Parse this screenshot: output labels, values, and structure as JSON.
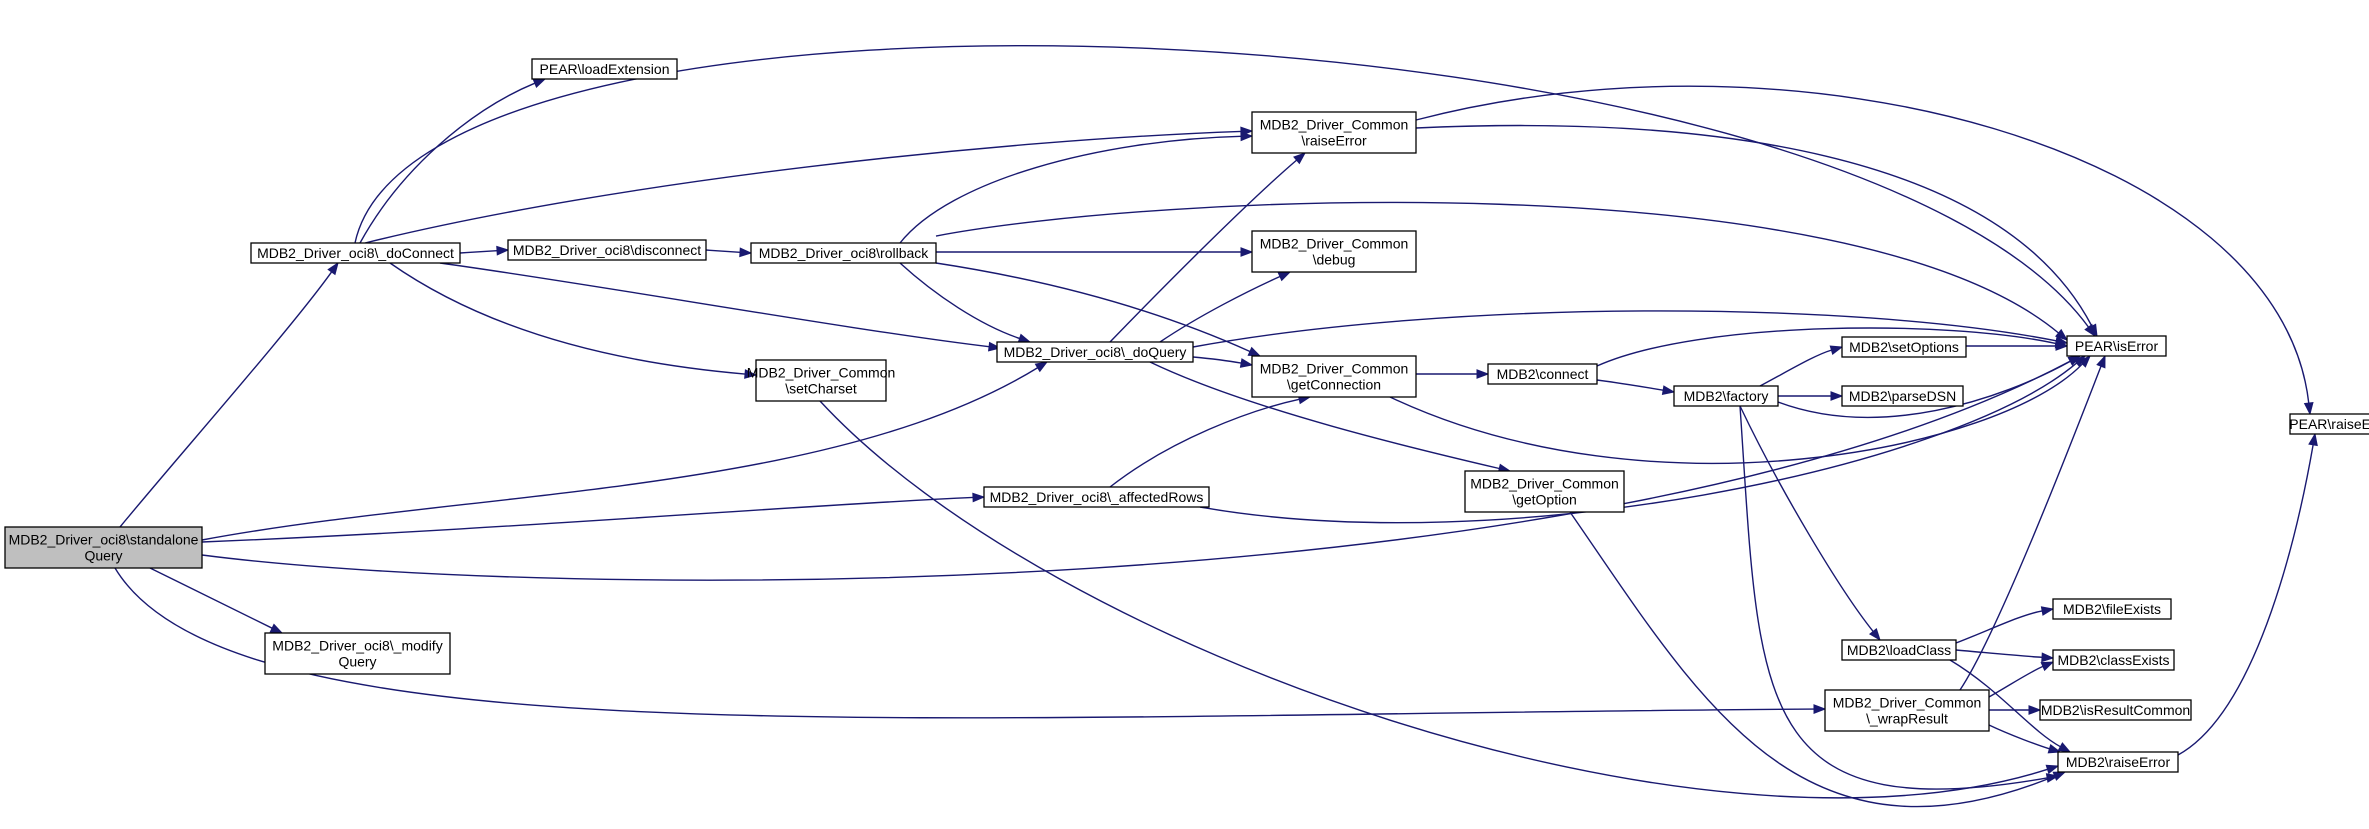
{
  "graph": {
    "colors": {
      "edge": "#191970",
      "node_fill": "#ffffff",
      "root_fill": "#bfbfbf",
      "node_border": "#000000",
      "background": "#ffffff"
    },
    "nodes": [
      {
        "id": "standaloneQuery",
        "lines": [
          "MDB2_Driver_oci8\\standalone",
          "Query"
        ],
        "root": true
      },
      {
        "id": "doConnect",
        "lines": [
          "MDB2_Driver_oci8\\_doConnect"
        ]
      },
      {
        "id": "modifyQuery",
        "lines": [
          "MDB2_Driver_oci8\\_modify",
          "Query"
        ]
      },
      {
        "id": "loadExtension",
        "lines": [
          "PEAR\\loadExtension"
        ]
      },
      {
        "id": "disconnect",
        "lines": [
          "MDB2_Driver_oci8\\disconnect"
        ]
      },
      {
        "id": "setCharset",
        "lines": [
          "MDB2_Driver_Common",
          "\\setCharset"
        ]
      },
      {
        "id": "rollback",
        "lines": [
          "MDB2_Driver_oci8\\rollback"
        ]
      },
      {
        "id": "affectedRows",
        "lines": [
          "MDB2_Driver_oci8\\_affectedRows"
        ]
      },
      {
        "id": "doQuery",
        "lines": [
          "MDB2_Driver_oci8\\_doQuery"
        ]
      },
      {
        "id": "commonRaiseError",
        "lines": [
          "MDB2_Driver_Common",
          "\\raiseError"
        ]
      },
      {
        "id": "debug",
        "lines": [
          "MDB2_Driver_Common",
          "\\debug"
        ]
      },
      {
        "id": "getConnection",
        "lines": [
          "MDB2_Driver_Common",
          "\\getConnection"
        ]
      },
      {
        "id": "getOption",
        "lines": [
          "MDB2_Driver_Common",
          "\\getOption"
        ]
      },
      {
        "id": "connect",
        "lines": [
          "MDB2\\connect"
        ]
      },
      {
        "id": "factory",
        "lines": [
          "MDB2\\factory"
        ]
      },
      {
        "id": "setOptions",
        "lines": [
          "MDB2\\setOptions"
        ]
      },
      {
        "id": "parseDSN",
        "lines": [
          "MDB2\\parseDSN"
        ]
      },
      {
        "id": "loadClass",
        "lines": [
          "MDB2\\loadClass"
        ]
      },
      {
        "id": "wrapResult",
        "lines": [
          "MDB2_Driver_Common",
          "\\_wrapResult"
        ]
      },
      {
        "id": "fileExists",
        "lines": [
          "MDB2\\fileExists"
        ]
      },
      {
        "id": "classExists",
        "lines": [
          "MDB2\\classExists"
        ]
      },
      {
        "id": "isResultCommon",
        "lines": [
          "MDB2\\isResultCommon"
        ]
      },
      {
        "id": "mdb2RaiseError",
        "lines": [
          "MDB2\\raiseError"
        ]
      },
      {
        "id": "isError",
        "lines": [
          "PEAR\\isError"
        ]
      },
      {
        "id": "pearRaiseError",
        "lines": [
          "PEAR\\raiseError"
        ]
      }
    ],
    "edges": [
      [
        "standaloneQuery",
        "doConnect"
      ],
      [
        "standaloneQuery",
        "doQuery"
      ],
      [
        "standaloneQuery",
        "affectedRows"
      ],
      [
        "standaloneQuery",
        "isError"
      ],
      [
        "standaloneQuery",
        "modifyQuery"
      ],
      [
        "standaloneQuery",
        "wrapResult"
      ],
      [
        "doConnect",
        "isError"
      ],
      [
        "doConnect",
        "loadExtension"
      ],
      [
        "doConnect",
        "commonRaiseError"
      ],
      [
        "doConnect",
        "disconnect"
      ],
      [
        "doConnect",
        "doQuery"
      ],
      [
        "doConnect",
        "setCharset"
      ],
      [
        "disconnect",
        "rollback"
      ],
      [
        "rollback",
        "commonRaiseError"
      ],
      [
        "rollback",
        "isError"
      ],
      [
        "rollback",
        "debug"
      ],
      [
        "rollback",
        "doQuery"
      ],
      [
        "rollback",
        "getConnection"
      ],
      [
        "setCharset",
        "mdb2RaiseError"
      ],
      [
        "doQuery",
        "commonRaiseError"
      ],
      [
        "doQuery",
        "debug"
      ],
      [
        "doQuery",
        "isError"
      ],
      [
        "doQuery",
        "getConnection"
      ],
      [
        "doQuery",
        "getOption"
      ],
      [
        "affectedRows",
        "getConnection"
      ],
      [
        "affectedRows",
        "isError"
      ],
      [
        "commonRaiseError",
        "isError"
      ],
      [
        "commonRaiseError",
        "pearRaiseError"
      ],
      [
        "getConnection",
        "connect"
      ],
      [
        "getConnection",
        "isError"
      ],
      [
        "getOption",
        "mdb2RaiseError"
      ],
      [
        "connect",
        "isError"
      ],
      [
        "connect",
        "factory"
      ],
      [
        "factory",
        "setOptions"
      ],
      [
        "factory",
        "parseDSN"
      ],
      [
        "factory",
        "isError"
      ],
      [
        "factory",
        "loadClass"
      ],
      [
        "factory",
        "mdb2RaiseError"
      ],
      [
        "setOptions",
        "isError"
      ],
      [
        "loadClass",
        "fileExists"
      ],
      [
        "loadClass",
        "classExists"
      ],
      [
        "loadClass",
        "mdb2RaiseError"
      ],
      [
        "wrapResult",
        "isError"
      ],
      [
        "wrapResult",
        "classExists"
      ],
      [
        "wrapResult",
        "isResultCommon"
      ],
      [
        "wrapResult",
        "mdb2RaiseError"
      ],
      [
        "mdb2RaiseError",
        "pearRaiseError"
      ]
    ]
  }
}
